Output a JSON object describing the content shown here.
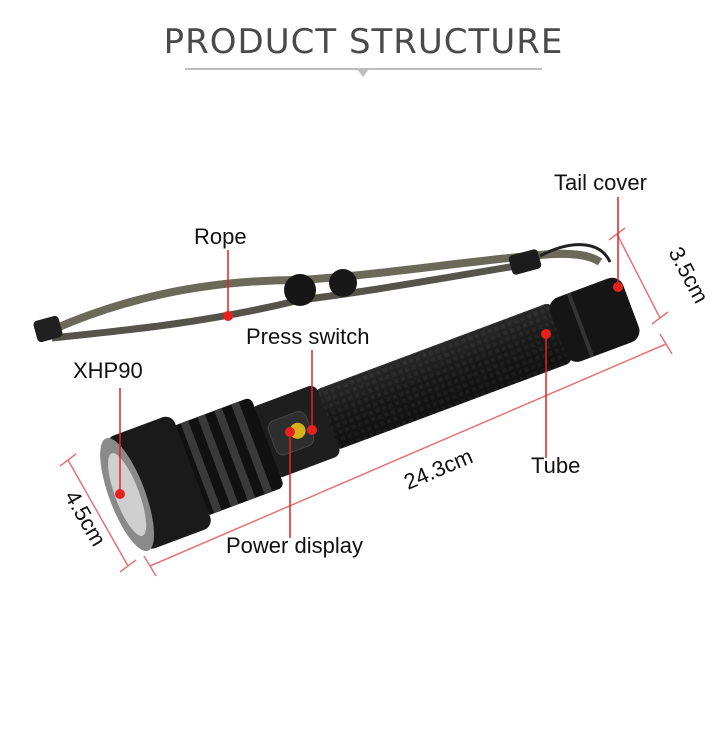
{
  "header": {
    "title": "PRODUCT STRUCTURE"
  },
  "labels": {
    "tail_cover": "Tail cover",
    "rope": "Rope",
    "press_switch": "Press switch",
    "xhp90": "XHP90",
    "tube": "Tube",
    "power_display": "Power display"
  },
  "dimensions": {
    "length": "24.3cm",
    "head_diameter": "4.5cm",
    "tail_diameter": "3.5cm"
  },
  "colors": {
    "title": "#4a4a4a",
    "accent_marker": "#e8201e",
    "dimension_line": "#e57373",
    "body": "#1c1c1c"
  }
}
